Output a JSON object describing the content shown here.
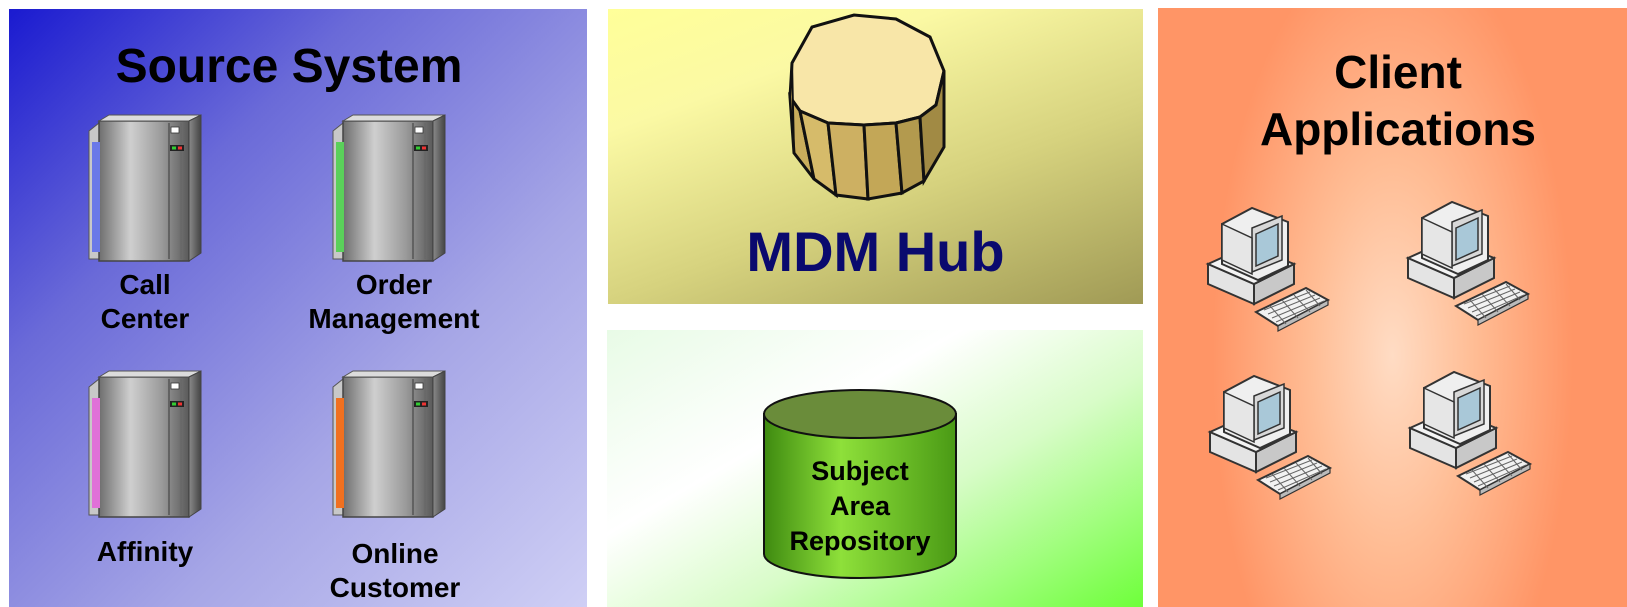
{
  "source_system": {
    "title": "Source System",
    "systems": [
      {
        "line1": "Call",
        "line2": "Center",
        "icon": "server-icon",
        "accent": "#6a78e8"
      },
      {
        "line1": "Order",
        "line2": "Management",
        "icon": "server-icon",
        "accent": "#5ad05a"
      },
      {
        "line1": "",
        "line2": "Affinity",
        "icon": "server-icon",
        "accent": "#e070d8"
      },
      {
        "line1": "Online",
        "line2": "Customer",
        "icon": "server-icon",
        "accent": "#f07020"
      }
    ]
  },
  "mdm_hub": {
    "title": "MDM Hub",
    "icon": "octagonal-prism-icon"
  },
  "repository": {
    "line1": "Subject",
    "line2": "Area",
    "line3": "Repository",
    "icon": "database-cylinder-icon"
  },
  "client_applications": {
    "title_line1": "Client",
    "title_line2": "Applications",
    "computers": [
      "desktop-computer-icon",
      "desktop-computer-icon",
      "desktop-computer-icon",
      "desktop-computer-icon"
    ]
  }
}
